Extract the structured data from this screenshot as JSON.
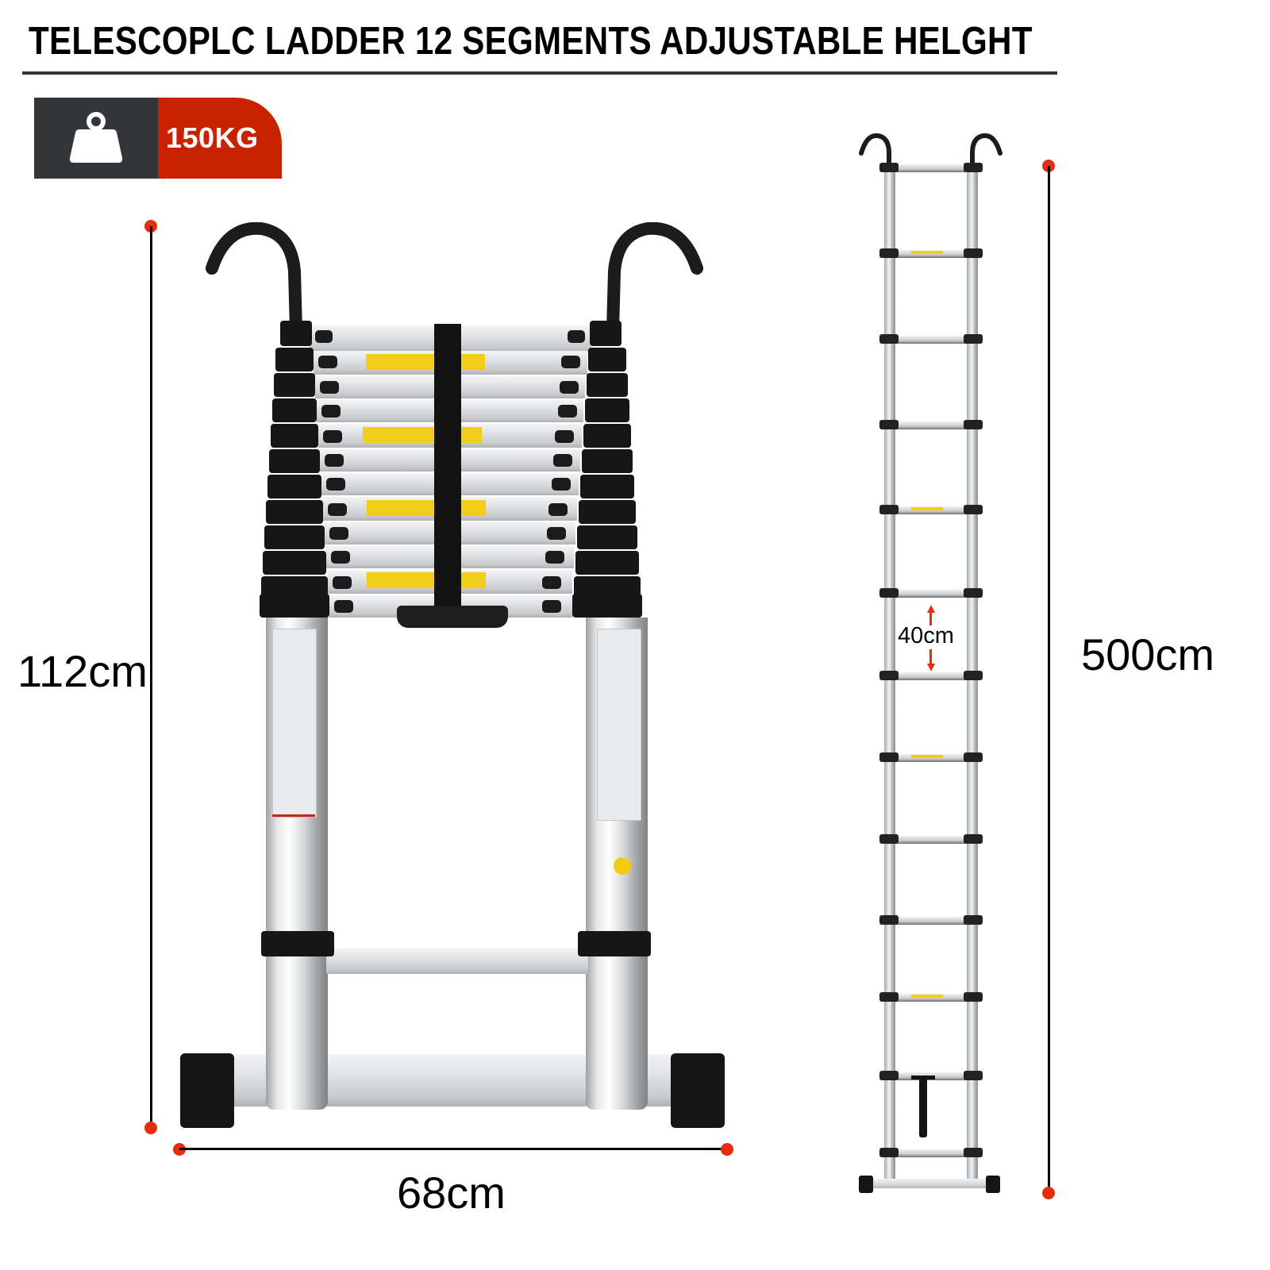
{
  "header": {
    "title": "TELESCOPLC LADDER 12 SEGMENTS ADJUSTABLE HELGHT"
  },
  "badge": {
    "icon": "weight-icon",
    "value": "150KG",
    "colors": {
      "icon_bg": "#333538",
      "value_bg": "#c92200",
      "text": "#ffffff"
    }
  },
  "dimensions": {
    "collapsed_height": "112cm",
    "collapsed_width": "68cm",
    "extended_height": "500cm",
    "rung_spacing": "40cm",
    "marker_color": "#e52e0e",
    "line_color": "#000000"
  },
  "product": {
    "segments": 12,
    "collapsed_view": "collapsed-ladder-with-hooks",
    "extended_view": "extended-ladder-with-hooks"
  }
}
